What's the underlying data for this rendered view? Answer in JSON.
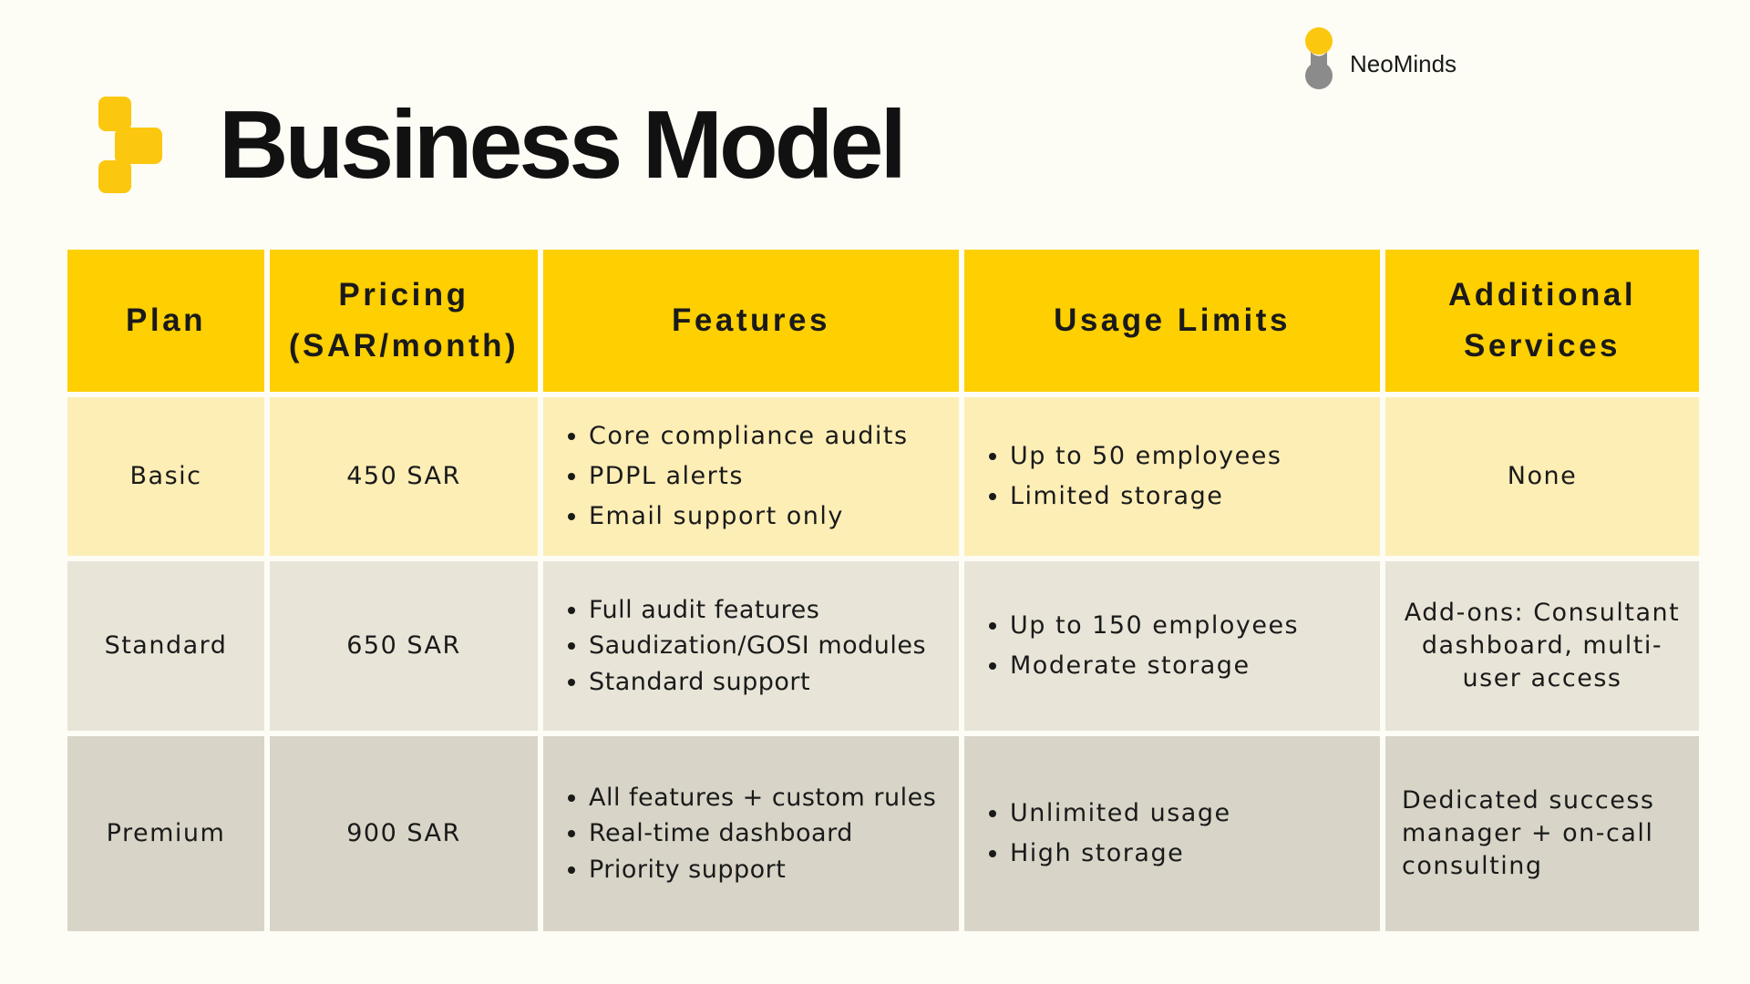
{
  "brand": {
    "name": "NeoMinds",
    "icon": "lightbulb-icon",
    "icon_colors": {
      "bulb": "#fbc70f",
      "base": "#8b8b8b"
    }
  },
  "header": {
    "title": "Business Model",
    "icon": "puzzle-piece-icon",
    "icon_color": "#fbc70f"
  },
  "colors": {
    "header_bg": "#fecf01",
    "basic_row_bg": "#fdeeb6",
    "standard_row_bg": "#e8e5d8",
    "premium_row_bg": "#d8d5c8",
    "page_bg": "#fdfcf5"
  },
  "table": {
    "columns": [
      "Plan",
      "Pricing (SAR/month)",
      "Features",
      "Usage Limits",
      "Additional Services"
    ],
    "rows": [
      {
        "plan": "Basic",
        "price": "450 SAR",
        "features": [
          "Core compliance audits",
          "PDPL alerts",
          "Email support only"
        ],
        "limits": [
          "Up to 50 employees",
          "Limited storage"
        ],
        "services": "None"
      },
      {
        "plan": "Standard",
        "price": "650 SAR",
        "features": [
          "Full audit features",
          "Saudization/GOSI modules",
          "Standard support"
        ],
        "limits": [
          "Up to 150 employees",
          "Moderate storage"
        ],
        "services": "Add-ons: Consultant dashboard, multi-user access"
      },
      {
        "plan": "Premium",
        "price": "900 SAR",
        "features": [
          "All features + custom rules",
          "Real-time dashboard",
          "Priority support"
        ],
        "limits": [
          "Unlimited usage",
          "High storage"
        ],
        "services": "Dedicated success manager + on-call consulting"
      }
    ]
  }
}
